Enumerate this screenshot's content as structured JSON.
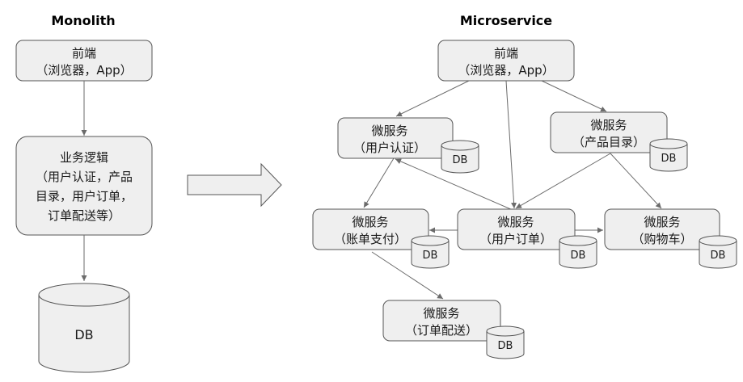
{
  "monolith": {
    "heading": "Monolith",
    "frontend": [
      "前端",
      "（浏览器，App）"
    ],
    "logic": [
      "业务逻辑",
      "（用户认证，产品",
      "目录，用户订单，",
      "订单配送等）"
    ],
    "db": "DB"
  },
  "microservice": {
    "heading": "Microservice",
    "frontend": [
      "前端",
      "（浏览器，App）"
    ],
    "auth": [
      "微服务",
      "（用户认证）"
    ],
    "catalog": [
      "微服务",
      "（产品目录）"
    ],
    "payment": [
      "微服务",
      "（账单支付）"
    ],
    "order": [
      "微服务",
      "（用户订单）"
    ],
    "cart": [
      "微服务",
      "（购物车）"
    ],
    "delivery": [
      "微服务",
      "（订单配送）"
    ],
    "db_label": "DB"
  },
  "colors": {
    "box_fill": "#efefef",
    "box_stroke": "#555555",
    "edge": "#6b6b6b"
  }
}
